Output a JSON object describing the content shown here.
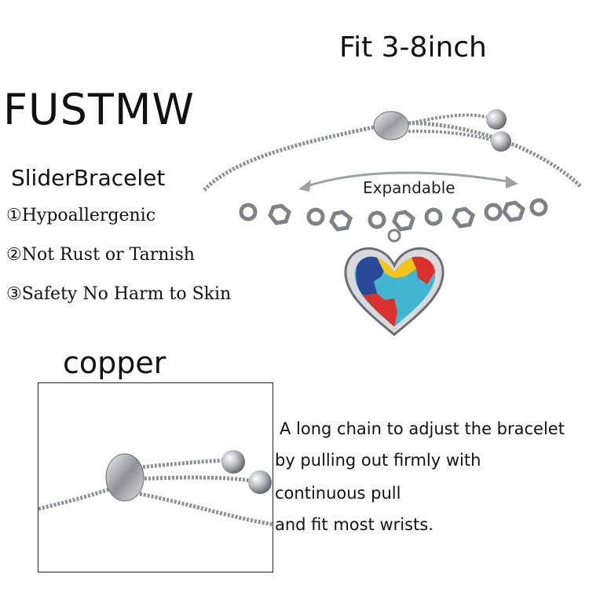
{
  "fit_text": "Fit 3-8inch",
  "brand": "FUSTMW",
  "subtitle": "SliderBracelet",
  "features": [
    "①Hypoallergenic",
    "②Not Rust or Tarnish",
    "③Safety No Harm to Skin"
  ],
  "expandable_label": "Expandable",
  "material": "copper",
  "description_lines": [
    "A long chain to adjust the bracelet",
    "by pulling out firmly with",
    "continuous pull",
    "and fit most wrists."
  ],
  "colors": {
    "silver": "#c9cbcf",
    "puzzle_yellow": "#f3c419",
    "puzzle_red": "#d9322e",
    "puzzle_blue": "#2c4a9a",
    "puzzle_cyan": "#41b6d0"
  }
}
